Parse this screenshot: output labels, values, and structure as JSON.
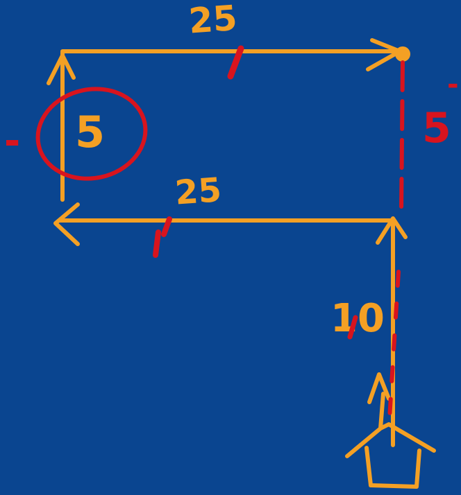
{
  "colors": {
    "background": "#0a4590",
    "path_stroke": "#f4a024",
    "annotation_stroke": "#d8141e"
  },
  "labels": {
    "top_distance": "25",
    "middle_distance": "25",
    "left_distance": "5",
    "right_distance": "5",
    "bottom_distance": "10",
    "left_sign": "-",
    "right_sign": "-"
  }
}
